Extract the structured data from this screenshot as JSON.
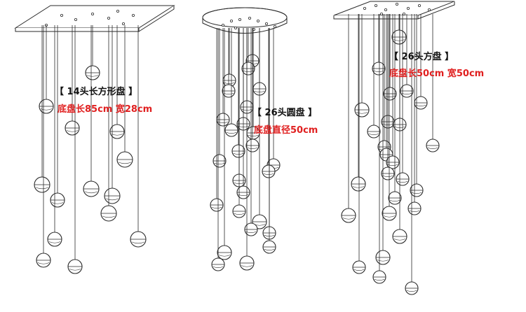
{
  "colors": {
    "line": "#2a2a2a",
    "title": "#111111",
    "dimension": "#e02020"
  },
  "fixtures": [
    {
      "name": "rect-14",
      "title": "【 14头长方形盘 】",
      "dimension": "底盘长85cm 宽28cm",
      "pendant_count": 14,
      "canopy_shape": "rectangle"
    },
    {
      "name": "round-26",
      "title": "【 26头圆盘 】",
      "dimension": "底盘直径50cm",
      "pendant_count": 26,
      "canopy_shape": "circle"
    },
    {
      "name": "square-26",
      "title": "【 26头方盘 】",
      "dimension": "底盘长50cm 宽50cm",
      "pendant_count": 26,
      "canopy_shape": "square"
    }
  ]
}
